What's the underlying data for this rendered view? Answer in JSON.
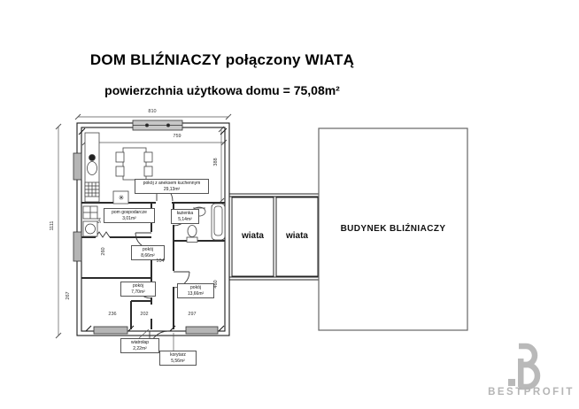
{
  "title": "DOM BLIŹNIACZY połączony WIATĄ",
  "subtitle": "powierzchnia użytkowa domu = 75,08m²",
  "rooms": [
    {
      "name": "pokój z aneksem kuchennym",
      "area": "29,13m²"
    },
    {
      "name": "pom gospodarcze",
      "area": "3,01m²"
    },
    {
      "name": "łazienka",
      "area": "5,14m²"
    },
    {
      "name": "pokój",
      "area": "8,66m²"
    },
    {
      "name": "pokój",
      "area": "7,70m²"
    },
    {
      "name": "pokój",
      "area": "13,66m²"
    },
    {
      "name": "wiatrołap",
      "area": "2,22m²"
    },
    {
      "name": "korytarz",
      "area": "5,56m²"
    }
  ],
  "carport": {
    "left_label": "wiata",
    "right_label": "wiata"
  },
  "twin_building": {
    "label": "BUDYNEK BLIŹNIACZY"
  },
  "dimensions": {
    "overall_width": "810",
    "living_room_width": "759",
    "living_room_height": "388",
    "overall_height": "1111",
    "utility_door": "94",
    "room_866_height": "260",
    "corridor_width": "104",
    "room_1366_height": "460",
    "room_770_height": "267",
    "room_770_width": "236",
    "hall_width": "202",
    "room_1366_width": "297"
  },
  "symbols": {
    "furnace": "✳"
  },
  "logo": {
    "text": "BESTPROFIT"
  },
  "colors": {
    "line": "#222222",
    "window_fill": "#b5b5b5",
    "logo_gray": "#b9b9b9"
  }
}
